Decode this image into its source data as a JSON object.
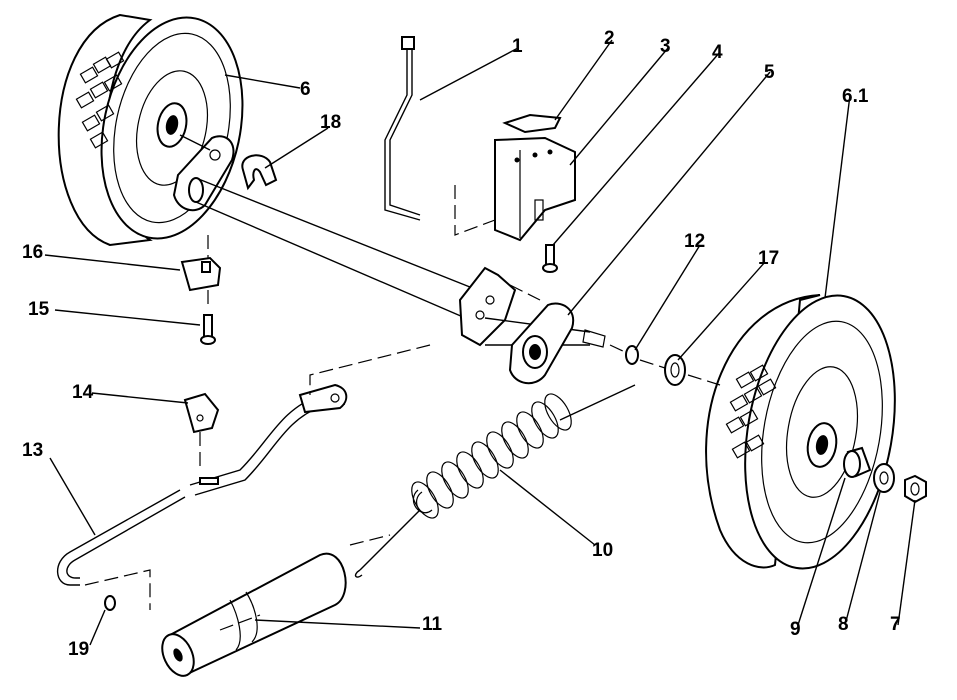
{
  "callouts": [
    {
      "id": "1",
      "text": "1"
    },
    {
      "id": "2",
      "text": "2"
    },
    {
      "id": "3",
      "text": "3"
    },
    {
      "id": "4",
      "text": "4"
    },
    {
      "id": "5",
      "text": "5"
    },
    {
      "id": "6",
      "text": "6"
    },
    {
      "id": "6.1",
      "text": "6.1"
    },
    {
      "id": "7",
      "text": "7"
    },
    {
      "id": "8",
      "text": "8"
    },
    {
      "id": "9",
      "text": "9"
    },
    {
      "id": "10",
      "text": "10"
    },
    {
      "id": "11",
      "text": "11"
    },
    {
      "id": "12",
      "text": "12"
    },
    {
      "id": "13",
      "text": "13"
    },
    {
      "id": "14",
      "text": "14"
    },
    {
      "id": "15",
      "text": "15"
    },
    {
      "id": "16",
      "text": "16"
    },
    {
      "id": "17",
      "text": "17"
    },
    {
      "id": "18",
      "text": "18"
    },
    {
      "id": "19",
      "text": "19"
    }
  ]
}
